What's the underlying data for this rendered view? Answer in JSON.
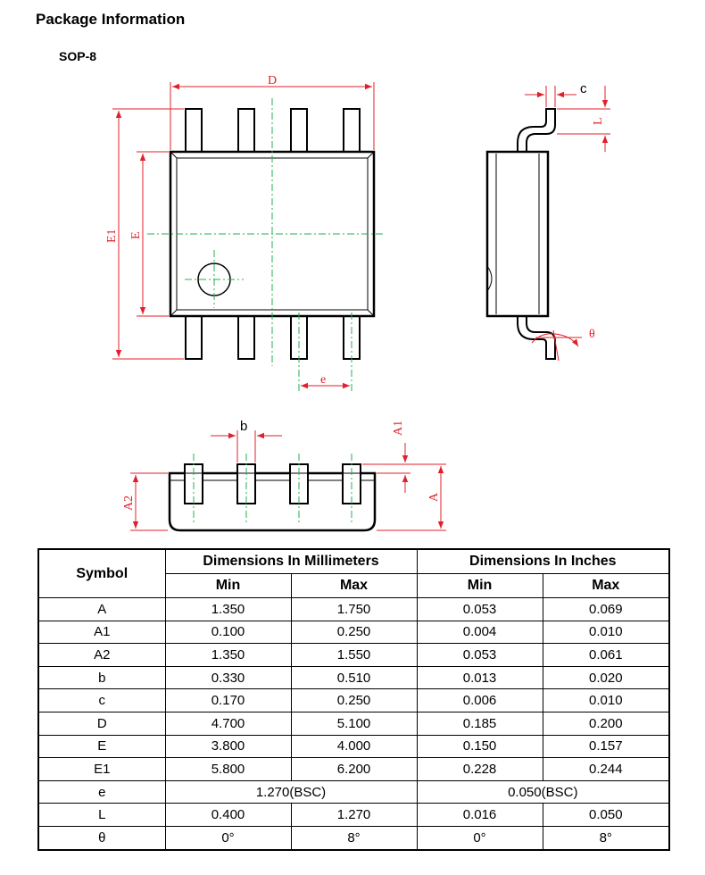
{
  "heading": "Package Information",
  "package": "SOP-8",
  "drawing_labels": {
    "D": "D",
    "E1": "E1",
    "E": "E",
    "e": "e",
    "c": "c",
    "L": "L",
    "theta": "θ",
    "b": "b",
    "A1": "A1",
    "A2": "A2",
    "A": "A"
  },
  "colors": {
    "dimension": "#e0202a",
    "centerline": "#22b14c",
    "outline": "#000000"
  },
  "table": {
    "symbol_header": "Symbol",
    "mm_header": "Dimensions In Millimeters",
    "in_header": "Dimensions In Inches",
    "min": "Min",
    "max": "Max",
    "rows": [
      {
        "symbol": "A",
        "mm_min": "1.350",
        "mm_max": "1.750",
        "in_min": "0.053",
        "in_max": "0.069"
      },
      {
        "symbol": "A1",
        "mm_min": "0.100",
        "mm_max": "0.250",
        "in_min": "0.004",
        "in_max": "0.010"
      },
      {
        "symbol": "A2",
        "mm_min": "1.350",
        "mm_max": "1.550",
        "in_min": "0.053",
        "in_max": "0.061"
      },
      {
        "symbol": "b",
        "mm_min": "0.330",
        "mm_max": "0.510",
        "in_min": "0.013",
        "in_max": "0.020"
      },
      {
        "symbol": "c",
        "mm_min": "0.170",
        "mm_max": "0.250",
        "in_min": "0.006",
        "in_max": "0.010"
      },
      {
        "symbol": "D",
        "mm_min": "4.700",
        "mm_max": "5.100",
        "in_min": "0.185",
        "in_max": "0.200"
      },
      {
        "symbol": "E",
        "mm_min": "3.800",
        "mm_max": "4.000",
        "in_min": "0.150",
        "in_max": "0.157"
      },
      {
        "symbol": "E1",
        "mm_min": "5.800",
        "mm_max": "6.200",
        "in_min": "0.228",
        "in_max": "0.244"
      }
    ],
    "e_row": {
      "symbol": "e",
      "mm": "1.270(BSC)",
      "in": "0.050(BSC)"
    },
    "L_row": {
      "symbol": "L",
      "mm_min": "0.400",
      "mm_max": "1.270",
      "in_min": "0.016",
      "in_max": "0.050"
    },
    "theta_row": {
      "symbol": "θ",
      "mm_min": "0°",
      "mm_max": "8°",
      "in_min": "0°",
      "in_max": "8°"
    }
  }
}
